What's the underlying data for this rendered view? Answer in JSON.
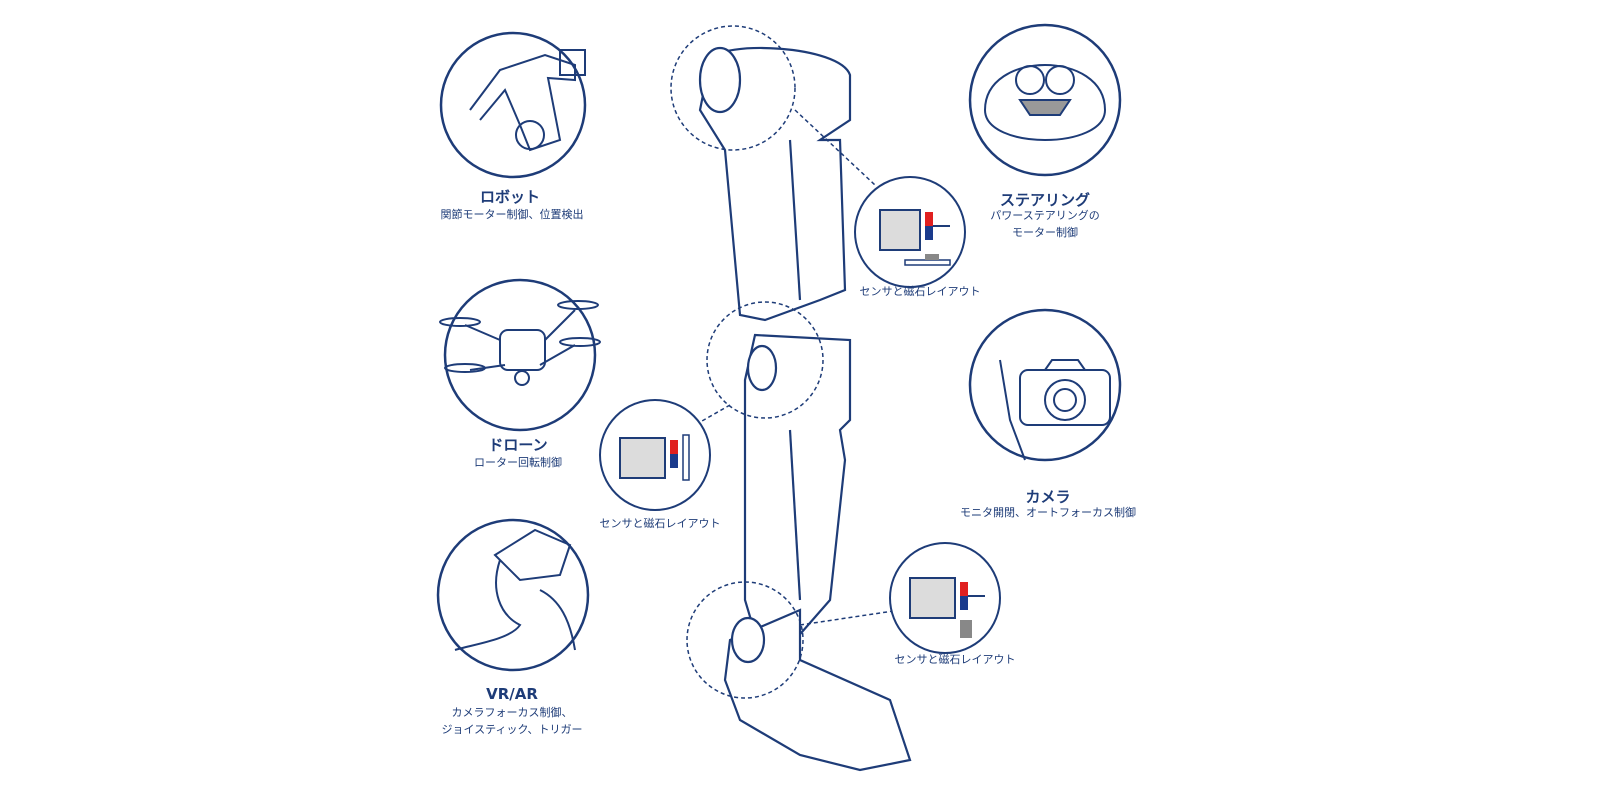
{
  "applications": [
    {
      "title": "ロボット",
      "lines": [
        "関節モーター制御、位置検出"
      ]
    },
    {
      "title": "ドローン",
      "lines": [
        "ローター回転制御"
      ]
    },
    {
      "title": "VR/AR",
      "lines": [
        "カメラフォーカス制御、",
        "ジョイスティック、トリガー"
      ]
    },
    {
      "title": "ステアリング",
      "lines": [
        "パワーステアリングの",
        "モーター制御"
      ]
    },
    {
      "title": "カメラ",
      "lines": [
        "モニタ開閉、オートフォーカス制御"
      ]
    }
  ],
  "sensor_labels": [
    "センサと磁石レイアウト",
    "センサと磁石レイアウト",
    "センサと磁石レイアウト"
  ],
  "colors": {
    "line": "#1e3c78",
    "magnet_north": "#e02020",
    "magnet_south": "#1a3a8c",
    "sensor_body": "#dcdcdc"
  }
}
